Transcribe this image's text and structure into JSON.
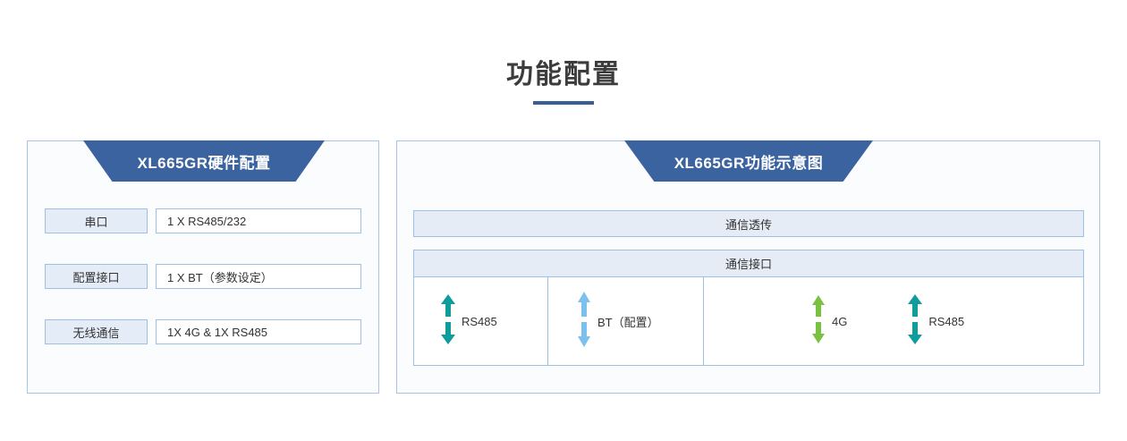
{
  "page": {
    "title": "功能配置",
    "accent_color": "#3a5f94",
    "banner_color": "#3a63a0",
    "card_border_color": "#a8c4e8",
    "cell_bg_color": "#e4ecf8"
  },
  "hardware_card": {
    "banner_title": "XL665GR硬件配置",
    "rows": [
      {
        "label": "串口",
        "value": "1 X RS485/232"
      },
      {
        "label": "配置接口",
        "value": "1 X BT（参数设定）"
      },
      {
        "label": "无线通信",
        "value": "1X 4G & 1X RS485"
      }
    ]
  },
  "diagram_card": {
    "banner_title": "XL665GR功能示意图",
    "transparent_bar": "通信透传",
    "interface_bar": "通信接口",
    "cells": [
      {
        "name": "serial",
        "ports": [
          {
            "label": "RS485",
            "color": "#119c9c",
            "icon": "double-arrow-vertical-icon"
          }
        ]
      },
      {
        "name": "bluetooth",
        "ports": [
          {
            "label": "BT（配置）",
            "color": "#7cc1ee",
            "icon": "double-arrow-vertical-icon"
          }
        ]
      },
      {
        "name": "wireless",
        "ports": [
          {
            "label": "4G",
            "color": "#7ac143",
            "icon": "double-arrow-vertical-icon"
          },
          {
            "label": "RS485",
            "color": "#119c9c",
            "icon": "double-arrow-vertical-icon"
          }
        ]
      }
    ]
  }
}
